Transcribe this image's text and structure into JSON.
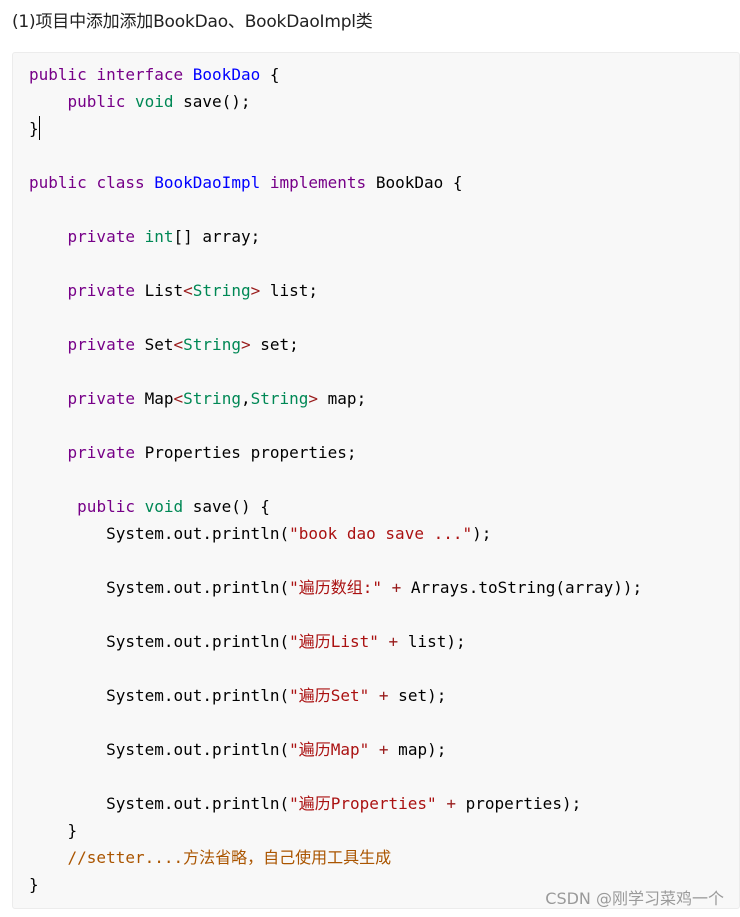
{
  "heading": "(1)项目中添加添加BookDao、BookDaoImpl类",
  "code": {
    "public": "public",
    "interface": "interface",
    "class": "class",
    "implements": "implements",
    "private": "private",
    "void": "void",
    "int": "int",
    "String": "String",
    "BookDao": "BookDao",
    "BookDaoImpl": "BookDaoImpl",
    "l2_rest": " save();",
    "l3_text": "}",
    "l8_rest": "[] array;",
    "l10_a": "List",
    "l10_b": " list;",
    "l12_a": "Set",
    "l12_b": " set;",
    "l14_a": "Map",
    "l14_comma": ",",
    "l14_b": " map;",
    "l16_rest": "Properties properties;",
    "l18_rest": " save() {",
    "println": "System.out.println(",
    "plus": "+",
    "s1": "\"book dao save ...\"",
    "s1_tail": ");",
    "s2": "\"遍历数组:\"",
    "s2_tail": " Arrays.toString(array));",
    "s3": "\"遍历List\"",
    "s3_tail": " list);",
    "s4": "\"遍历Set\"",
    "s4_tail": " set);",
    "s5": "\"遍历Map\"",
    "s5_tail": " map);",
    "s6": "\"遍历Properties\"",
    "s6_tail": " properties);",
    "close_brace": "}",
    "comment": "//setter....方法省略，自己使用工具生成",
    "open_brace_space": " {"
  },
  "watermark": "CSDN @刚学习菜鸡一个"
}
